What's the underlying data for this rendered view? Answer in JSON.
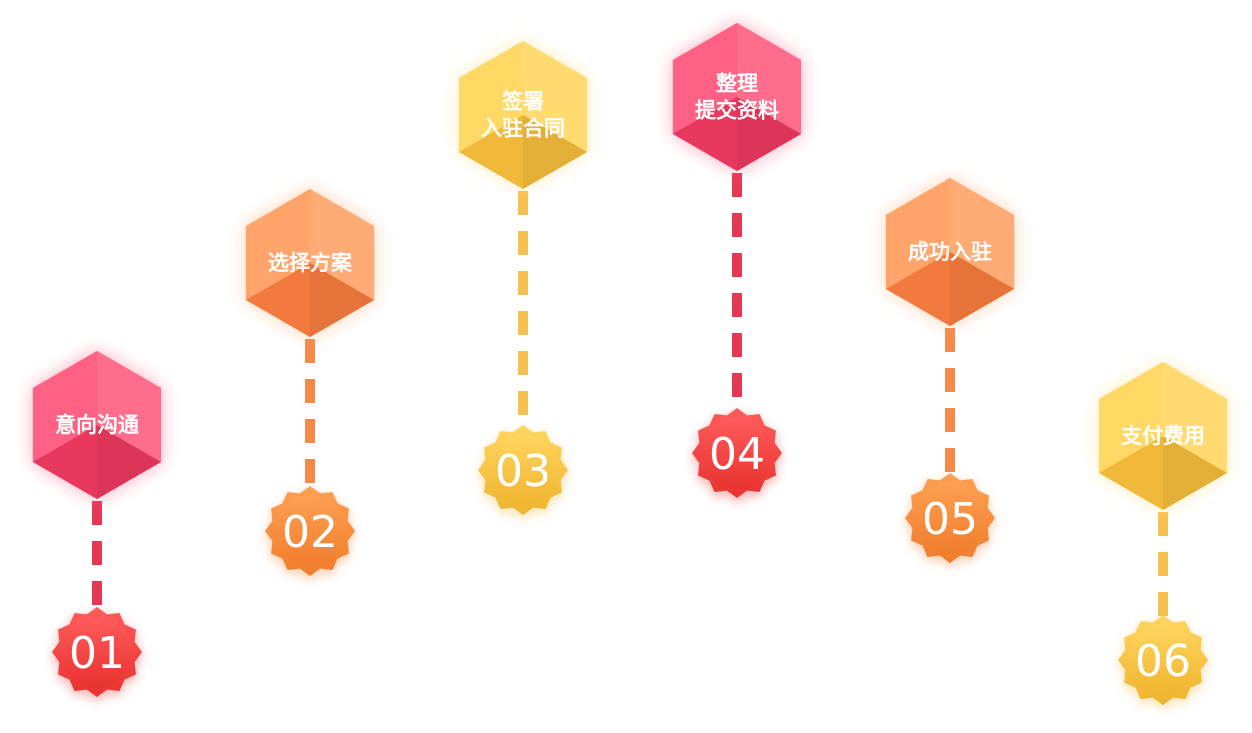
{
  "steps": [
    {
      "number": "01",
      "lines": [
        "意向沟通"
      ],
      "theme": "red"
    },
    {
      "number": "02",
      "lines": [
        "选择方案"
      ],
      "theme": "orange"
    },
    {
      "number": "03",
      "lines": [
        "签署",
        "入驻合同"
      ],
      "theme": "yellow"
    },
    {
      "number": "04",
      "lines": [
        "整理",
        "提交资料"
      ],
      "theme": "red"
    },
    {
      "number": "05",
      "lines": [
        "成功入驻"
      ],
      "theme": "orange"
    },
    {
      "number": "06",
      "lines": [
        "支付费用"
      ],
      "theme": "yellow"
    }
  ],
  "themes": {
    "red": {
      "hexLight": "#ff6184",
      "hexDark": "#e8385e",
      "line": "#e53855",
      "badgeTop": "#ff5c5c",
      "badgeBottom": "#e8332f",
      "glow": "#ff6a8a"
    },
    "orange": {
      "hexLight": "#ffa46a",
      "hexDark": "#f37a3e",
      "line": "#f5894a",
      "badgeTop": "#ffa052",
      "badgeBottom": "#f07d2c",
      "glow": "#ffb07a"
    },
    "yellow": {
      "hexLight": "#ffd866",
      "hexDark": "#f0b93a",
      "line": "#f5c24f",
      "badgeTop": "#ffd660",
      "badgeBottom": "#efb42e",
      "glow": "#ffe08a"
    }
  }
}
